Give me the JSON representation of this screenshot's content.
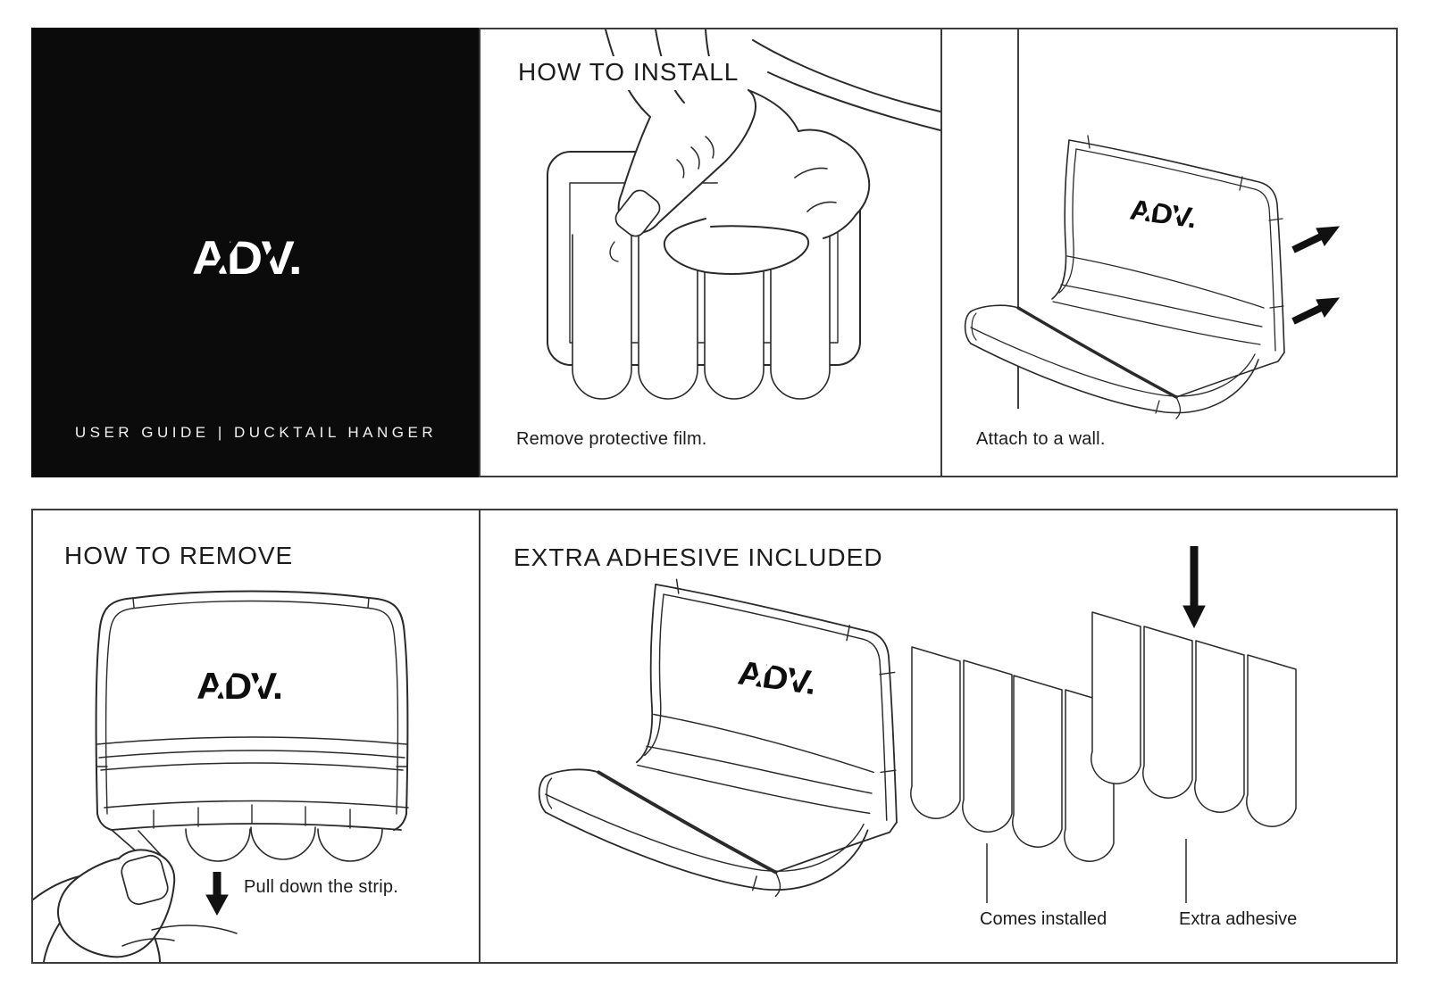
{
  "brand": {
    "logo_text": "ADV."
  },
  "cover": {
    "tagline": "USER GUIDE | DUCKTAIL HANGER"
  },
  "panels": {
    "install": {
      "title": "HOW TO INSTALL",
      "caption": "Remove protective film."
    },
    "attach": {
      "caption": "Attach to a wall."
    },
    "remove": {
      "title": "HOW TO REMOVE",
      "caption": "Pull down the strip."
    },
    "extra": {
      "title": "EXTRA ADHESIVE INCLUDED",
      "labels": {
        "installed": "Comes installed",
        "extra": "Extra adhesive"
      }
    }
  },
  "colors": {
    "ink": "#1c1c1c",
    "line": "#2a2a2a",
    "panel_border": "#3c3c3c",
    "cover_bg": "#0b0b0b",
    "paper": "#ffffff"
  },
  "icons": {
    "attach_arrows": "up-right-arrow-icon",
    "remove_arrow": "down-arrow-icon",
    "adhesive_arrow": "down-arrow-icon"
  }
}
